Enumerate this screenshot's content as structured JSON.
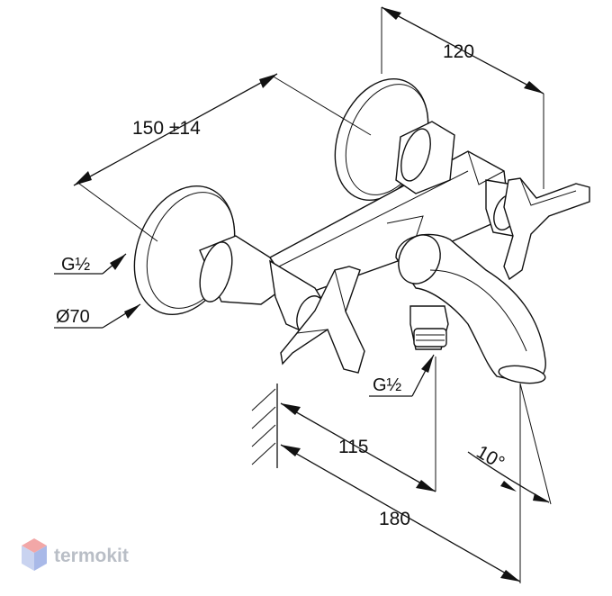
{
  "dimensions": {
    "width_150": "150 ±14",
    "depth_120": "120",
    "d_115": "115",
    "d_180": "180",
    "angle": "10°"
  },
  "labels": {
    "thread_left": "G½",
    "diameter": "Ø70",
    "thread_bottom": "G½"
  },
  "watermark": {
    "text": "termokit",
    "colors": {
      "top": "#f2a7a7",
      "left": "#c9d3f0",
      "right": "#a9b9e8"
    }
  }
}
